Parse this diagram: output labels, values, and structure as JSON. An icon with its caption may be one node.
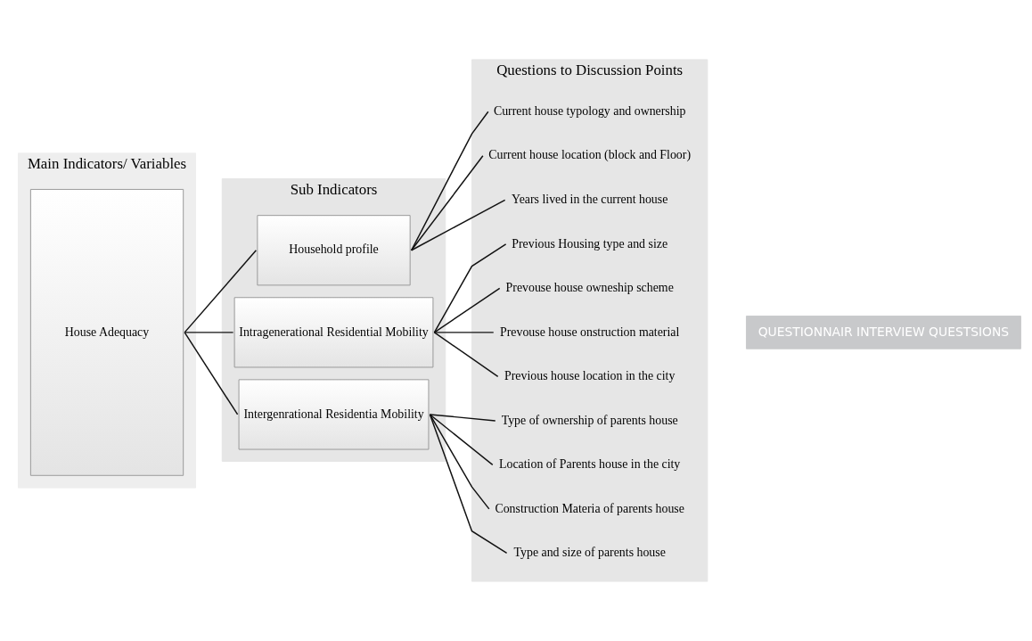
{
  "diagram": {
    "nodes": [
      {
        "text": [
          "Main Indicators/ Variables"
        ]
      },
      {
        "text": [
          "House Adequacy"
        ],
        "in": 0
      },
      {
        "text": [
          "Sub Indicators"
        ]
      },
      {
        "text": [
          "Household profile"
        ],
        "in": 2
      },
      {
        "text": [
          "Intragenerational Residential Mobility"
        ],
        "in": 2
      },
      {
        "text": [
          "Intergenrational Residentia Mobility"
        ],
        "in": 2
      },
      {
        "text": [
          "Questions to Discussion Points"
        ]
      },
      {
        "text": [
          "Current house typology and ownership"
        ],
        "in": 6
      },
      {
        "text": [
          "Current house location (block and Floor)"
        ],
        "in": 6
      },
      {
        "text": [
          "Years lived in the current house"
        ],
        "in": 6
      },
      {
        "text": [
          "Previous Housing type and size"
        ],
        "in": 6
      },
      {
        "text": [
          "Prevouse house owneship scheme"
        ],
        "in": 6
      },
      {
        "text": [
          "Prevouse house onstruction material"
        ],
        "in": 6
      },
      {
        "text": [
          "Previous house location in the city"
        ],
        "in": 6
      },
      {
        "text": [
          "Type of ownership of parents house"
        ],
        "in": 6
      },
      {
        "text": [
          "Location of Parents house in the city"
        ],
        "in": 6
      },
      {
        "text": [
          "Construction Materia of parents house"
        ],
        "in": 6
      },
      {
        "text": [
          "Type and size of parents house"
        ],
        "in": 6
      },
      {
        "text": [
          "QUESTIONNAIR INTERVIEW QUESTSIONS"
        ]
      }
    ],
    "edges": [
      {
        "from": 1,
        "to": 3,
        "arrow": "none"
      },
      {
        "from": 1,
        "to": 4,
        "arrow": "none"
      },
      {
        "from": 1,
        "to": 5,
        "arrow": "none"
      },
      {
        "from": 3,
        "to": 7,
        "arrow": "none"
      },
      {
        "from": 3,
        "to": 8,
        "arrow": "none"
      },
      {
        "from": 3,
        "to": 9,
        "arrow": "none"
      },
      {
        "from": 4,
        "to": 10,
        "arrow": "none"
      },
      {
        "from": 4,
        "to": 11,
        "arrow": "none"
      },
      {
        "from": 4,
        "to": 12,
        "arrow": "none"
      },
      {
        "from": 4,
        "to": 13,
        "arrow": "none"
      },
      {
        "from": 5,
        "to": 14,
        "arrow": "none"
      },
      {
        "from": 5,
        "to": 15,
        "arrow": "none"
      },
      {
        "from": 5,
        "to": 16,
        "arrow": "none"
      },
      {
        "from": 5,
        "to": 17,
        "arrow": "none"
      }
    ]
  }
}
